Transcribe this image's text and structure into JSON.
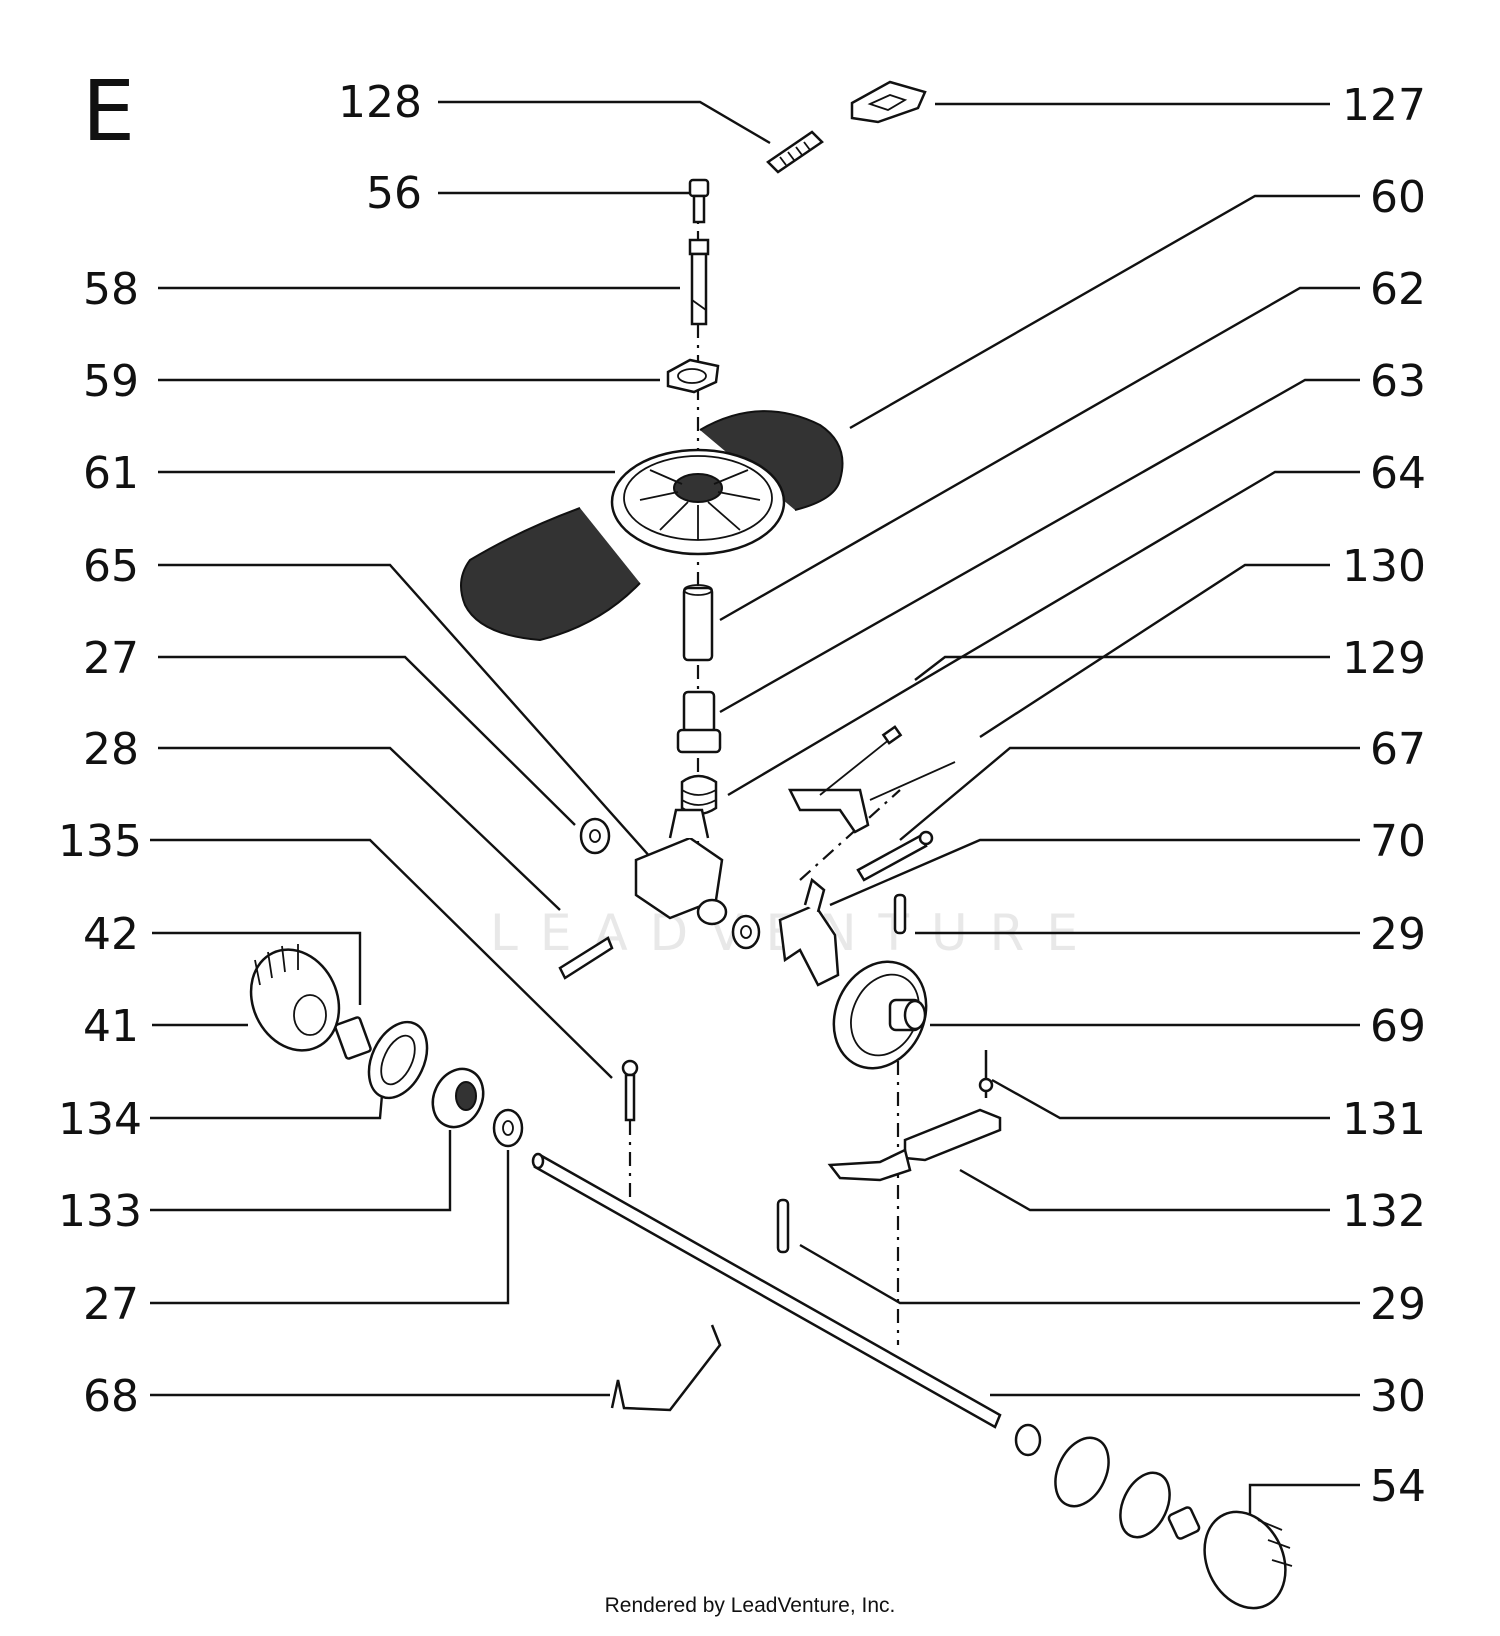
{
  "diagram": {
    "section_letter": "E",
    "credit": "Rendered by LeadVenture, Inc.",
    "watermark": "LEADVENTURE",
    "left_callouts": [
      "58",
      "59",
      "61",
      "65",
      "27",
      "28",
      "135",
      "42",
      "41",
      "134",
      "133",
      "27",
      "68"
    ],
    "top_callouts": [
      "128",
      "56"
    ],
    "right_callouts": [
      "127",
      "60",
      "62",
      "63",
      "64",
      "130",
      "129",
      "67",
      "70",
      "29",
      "69",
      "131",
      "132",
      "29",
      "30",
      "54"
    ]
  }
}
